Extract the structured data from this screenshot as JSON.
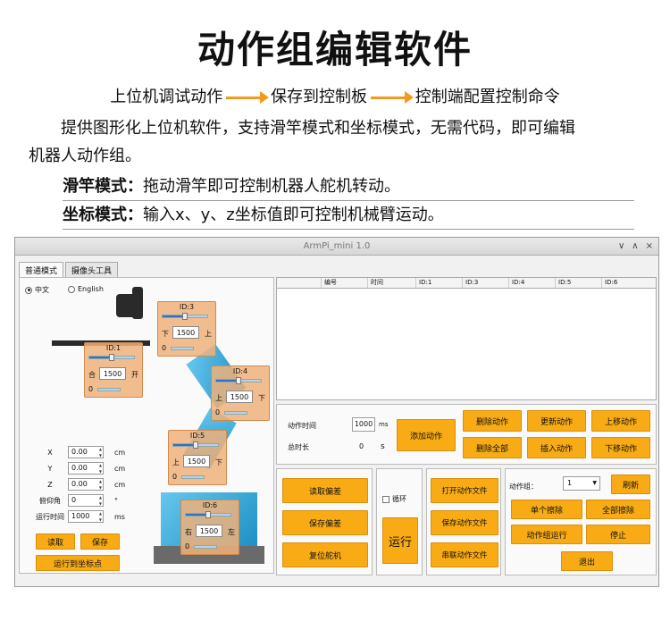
{
  "poster": {
    "title": "动作组编辑软件",
    "flow": [
      "上位机调试动作",
      "保存到控制板",
      "控制端配置控制命令"
    ],
    "desc_line1": "提供图形化上位机软件，支持滑竿模式和坐标模式，无需代码，即可编辑",
    "desc_line2": "机器人动作组。",
    "slider_mode_label": "滑竿模式：",
    "slider_mode_text": "拖动滑竿即可控制机器人舵机转动。",
    "coord_mode_label": "坐标模式：",
    "coord_mode_text": "输入x、y、z坐标值即可控制机械臂运动。"
  },
  "window": {
    "title": "ArmPi_mini 1.0",
    "controls": [
      "∨",
      "∧",
      "×"
    ],
    "tabs": [
      "普通模式",
      "摄像头工具"
    ]
  },
  "left": {
    "lang_cn": "中文",
    "lang_en": "English",
    "servos": [
      {
        "id": "ID:3",
        "value": "1500",
        "left": "下",
        "right": "上",
        "zero": "0"
      },
      {
        "id": "ID:1",
        "value": "1500",
        "left": "合",
        "right": "开",
        "zero": "0"
      },
      {
        "id": "ID:4",
        "value": "1500",
        "left": "上",
        "right": "下",
        "zero": "0"
      },
      {
        "id": "ID:5",
        "value": "1500",
        "left": "上",
        "right": "下",
        "zero": "0"
      },
      {
        "id": "ID:6",
        "value": "1500",
        "left": "右",
        "right": "左",
        "zero": "0"
      }
    ],
    "fields": [
      {
        "label": "X",
        "value": "0.00",
        "unit": "cm"
      },
      {
        "label": "Y",
        "value": "0.00",
        "unit": "cm"
      },
      {
        "label": "Z",
        "value": "0.00",
        "unit": "cm"
      },
      {
        "label": "俯仰角",
        "value": "0",
        "unit": "°"
      },
      {
        "label": "运行时间",
        "value": "1000",
        "unit": "ms"
      }
    ],
    "read_btn": "读取",
    "save_btn": "保存",
    "run_to_coord_btn": "运行到坐标点"
  },
  "table": {
    "columns": [
      "编号",
      "时间",
      "ID:1",
      "ID:3",
      "ID:4",
      "ID:5",
      "ID:6"
    ]
  },
  "action": {
    "time_label": "动作时间",
    "time_value": "1000",
    "time_unit": "ms",
    "total_label": "总时长",
    "total_value": "0",
    "total_unit": "s",
    "add_btn": "添加动作",
    "delete_btn": "删除动作",
    "update_btn": "更新动作",
    "move_up_btn": "上移动作",
    "delete_all_btn": "删除全部",
    "insert_btn": "插入动作",
    "move_down_btn": "下移动作"
  },
  "bottom": {
    "read_offset": "读取偏差",
    "save_offset": "保存偏差",
    "reset_servo": "复位舵机",
    "loop_label": "循环",
    "run_btn": "运行",
    "open_file": "打开动作文件",
    "save_file": "保存动作文件",
    "concat_file": "串联动作文件",
    "group_label": "动作组：",
    "group_value": "1",
    "refresh": "刷新",
    "erase_one": "单个擦除",
    "erase_all": "全部擦除",
    "group_run": "动作组运行",
    "stop": "停止",
    "exit": "退出"
  },
  "colors": {
    "accent_orange": "#f8ab14",
    "servo_panel": "#f0b27a",
    "arm_blue": "#38a9dc",
    "arrow": "#f39a1e"
  }
}
